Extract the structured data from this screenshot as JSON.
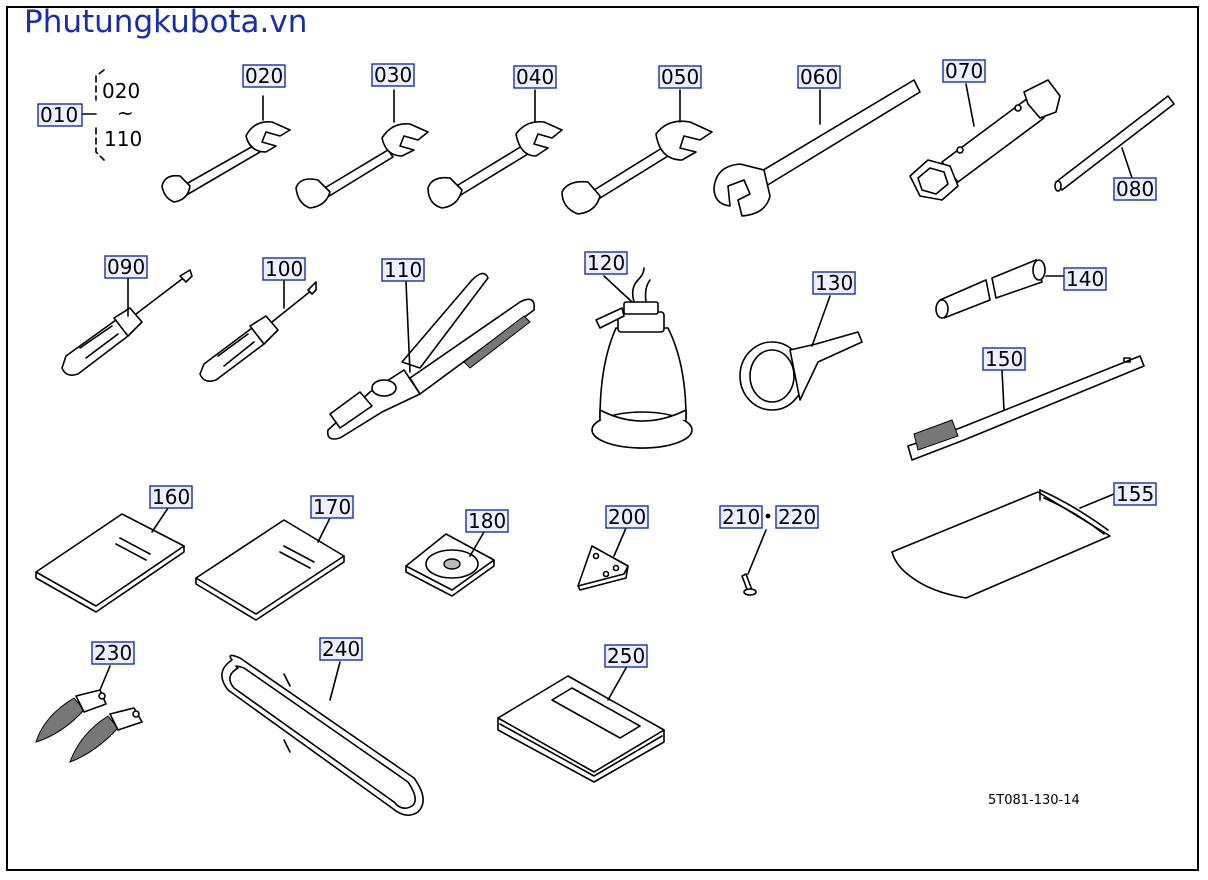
{
  "brand": {
    "text": "Phutungkubota.vn",
    "color": "#1a2da8"
  },
  "diagram": {
    "ref_code": "5T081-130-14",
    "bracket": {
      "parent": "010",
      "from": "020",
      "range_mark": "~",
      "to": "110"
    },
    "callouts": {
      "p020": "020",
      "p030": "030",
      "p040": "040",
      "p050": "050",
      "p060": "060",
      "p070": "070",
      "p080": "080",
      "p090": "090",
      "p100": "100",
      "p110": "110",
      "p120": "120",
      "p130": "130",
      "p140": "140",
      "p150": "150",
      "p155": "155",
      "p160": "160",
      "p170": "170",
      "p180": "180",
      "p200": "200",
      "p210": "210",
      "p220": "220",
      "p230": "230",
      "p240": "240",
      "p250": "250"
    }
  }
}
